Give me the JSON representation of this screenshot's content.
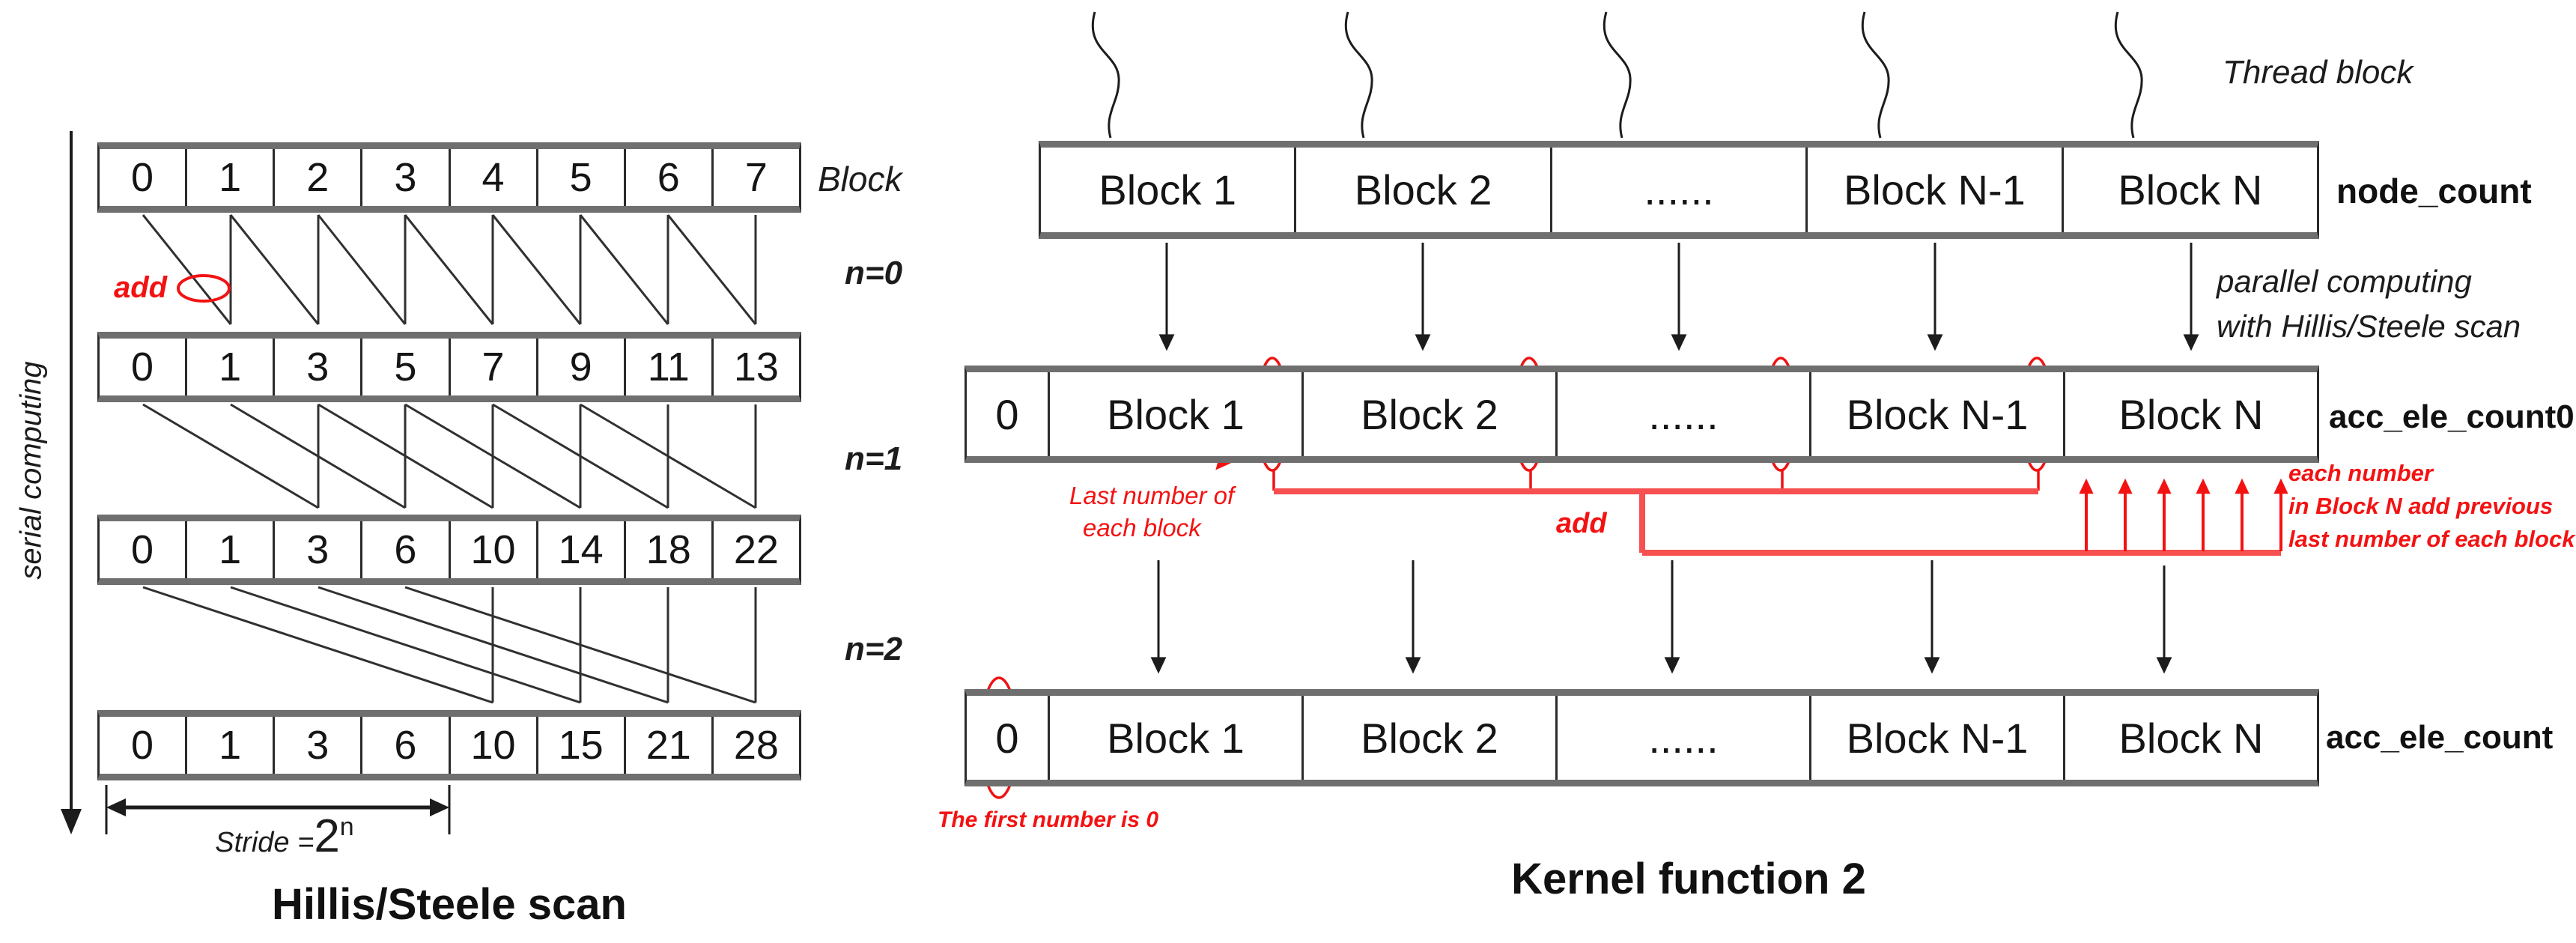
{
  "left": {
    "title": "Hillis/Steele scan",
    "serial_label": "serial computing",
    "block_label": "Block",
    "n_labels": [
      "n=0",
      "n=1",
      "n=2"
    ],
    "add_label": "add",
    "stride": {
      "prefix": "Stride = ",
      "base": "2",
      "exp": "n"
    },
    "rows": [
      [
        "0",
        "1",
        "2",
        "3",
        "4",
        "5",
        "6",
        "7"
      ],
      [
        "0",
        "1",
        "3",
        "5",
        "7",
        "9",
        "11",
        "13"
      ],
      [
        "0",
        "1",
        "3",
        "6",
        "10",
        "14",
        "18",
        "22"
      ],
      [
        "0",
        "1",
        "3",
        "6",
        "10",
        "15",
        "21",
        "28"
      ]
    ]
  },
  "right": {
    "title": "Kernel function 2",
    "thread_block_label": "Thread block",
    "parallel_label": [
      "parallel computing",
      "with Hillis/Steele scan"
    ],
    "node_count": {
      "label": "node_count",
      "cells": [
        "Block 1",
        "Block 2",
        "......",
        "Block N-1",
        "Block N"
      ]
    },
    "acc_ele_count0": {
      "label": "acc_ele_count0",
      "cells": [
        "0",
        "Block 1",
        "Block 2",
        "......",
        "Block N-1",
        "Block N"
      ]
    },
    "acc_ele_count": {
      "label": "acc_ele_count",
      "cells": [
        "0",
        "Block 1",
        "Block 2",
        "......",
        "Block N-1",
        "Block N"
      ]
    },
    "annotations": {
      "last_number": [
        "Last number of",
        "each block"
      ],
      "add": "add",
      "each_number": [
        "each number",
        "in Block N add previous",
        "last number of each block"
      ],
      "first_number": "The first number is 0"
    }
  },
  "colors": {
    "red": "#f31212",
    "line": "#2f2f2f",
    "row_border": "#6f6f6f"
  }
}
